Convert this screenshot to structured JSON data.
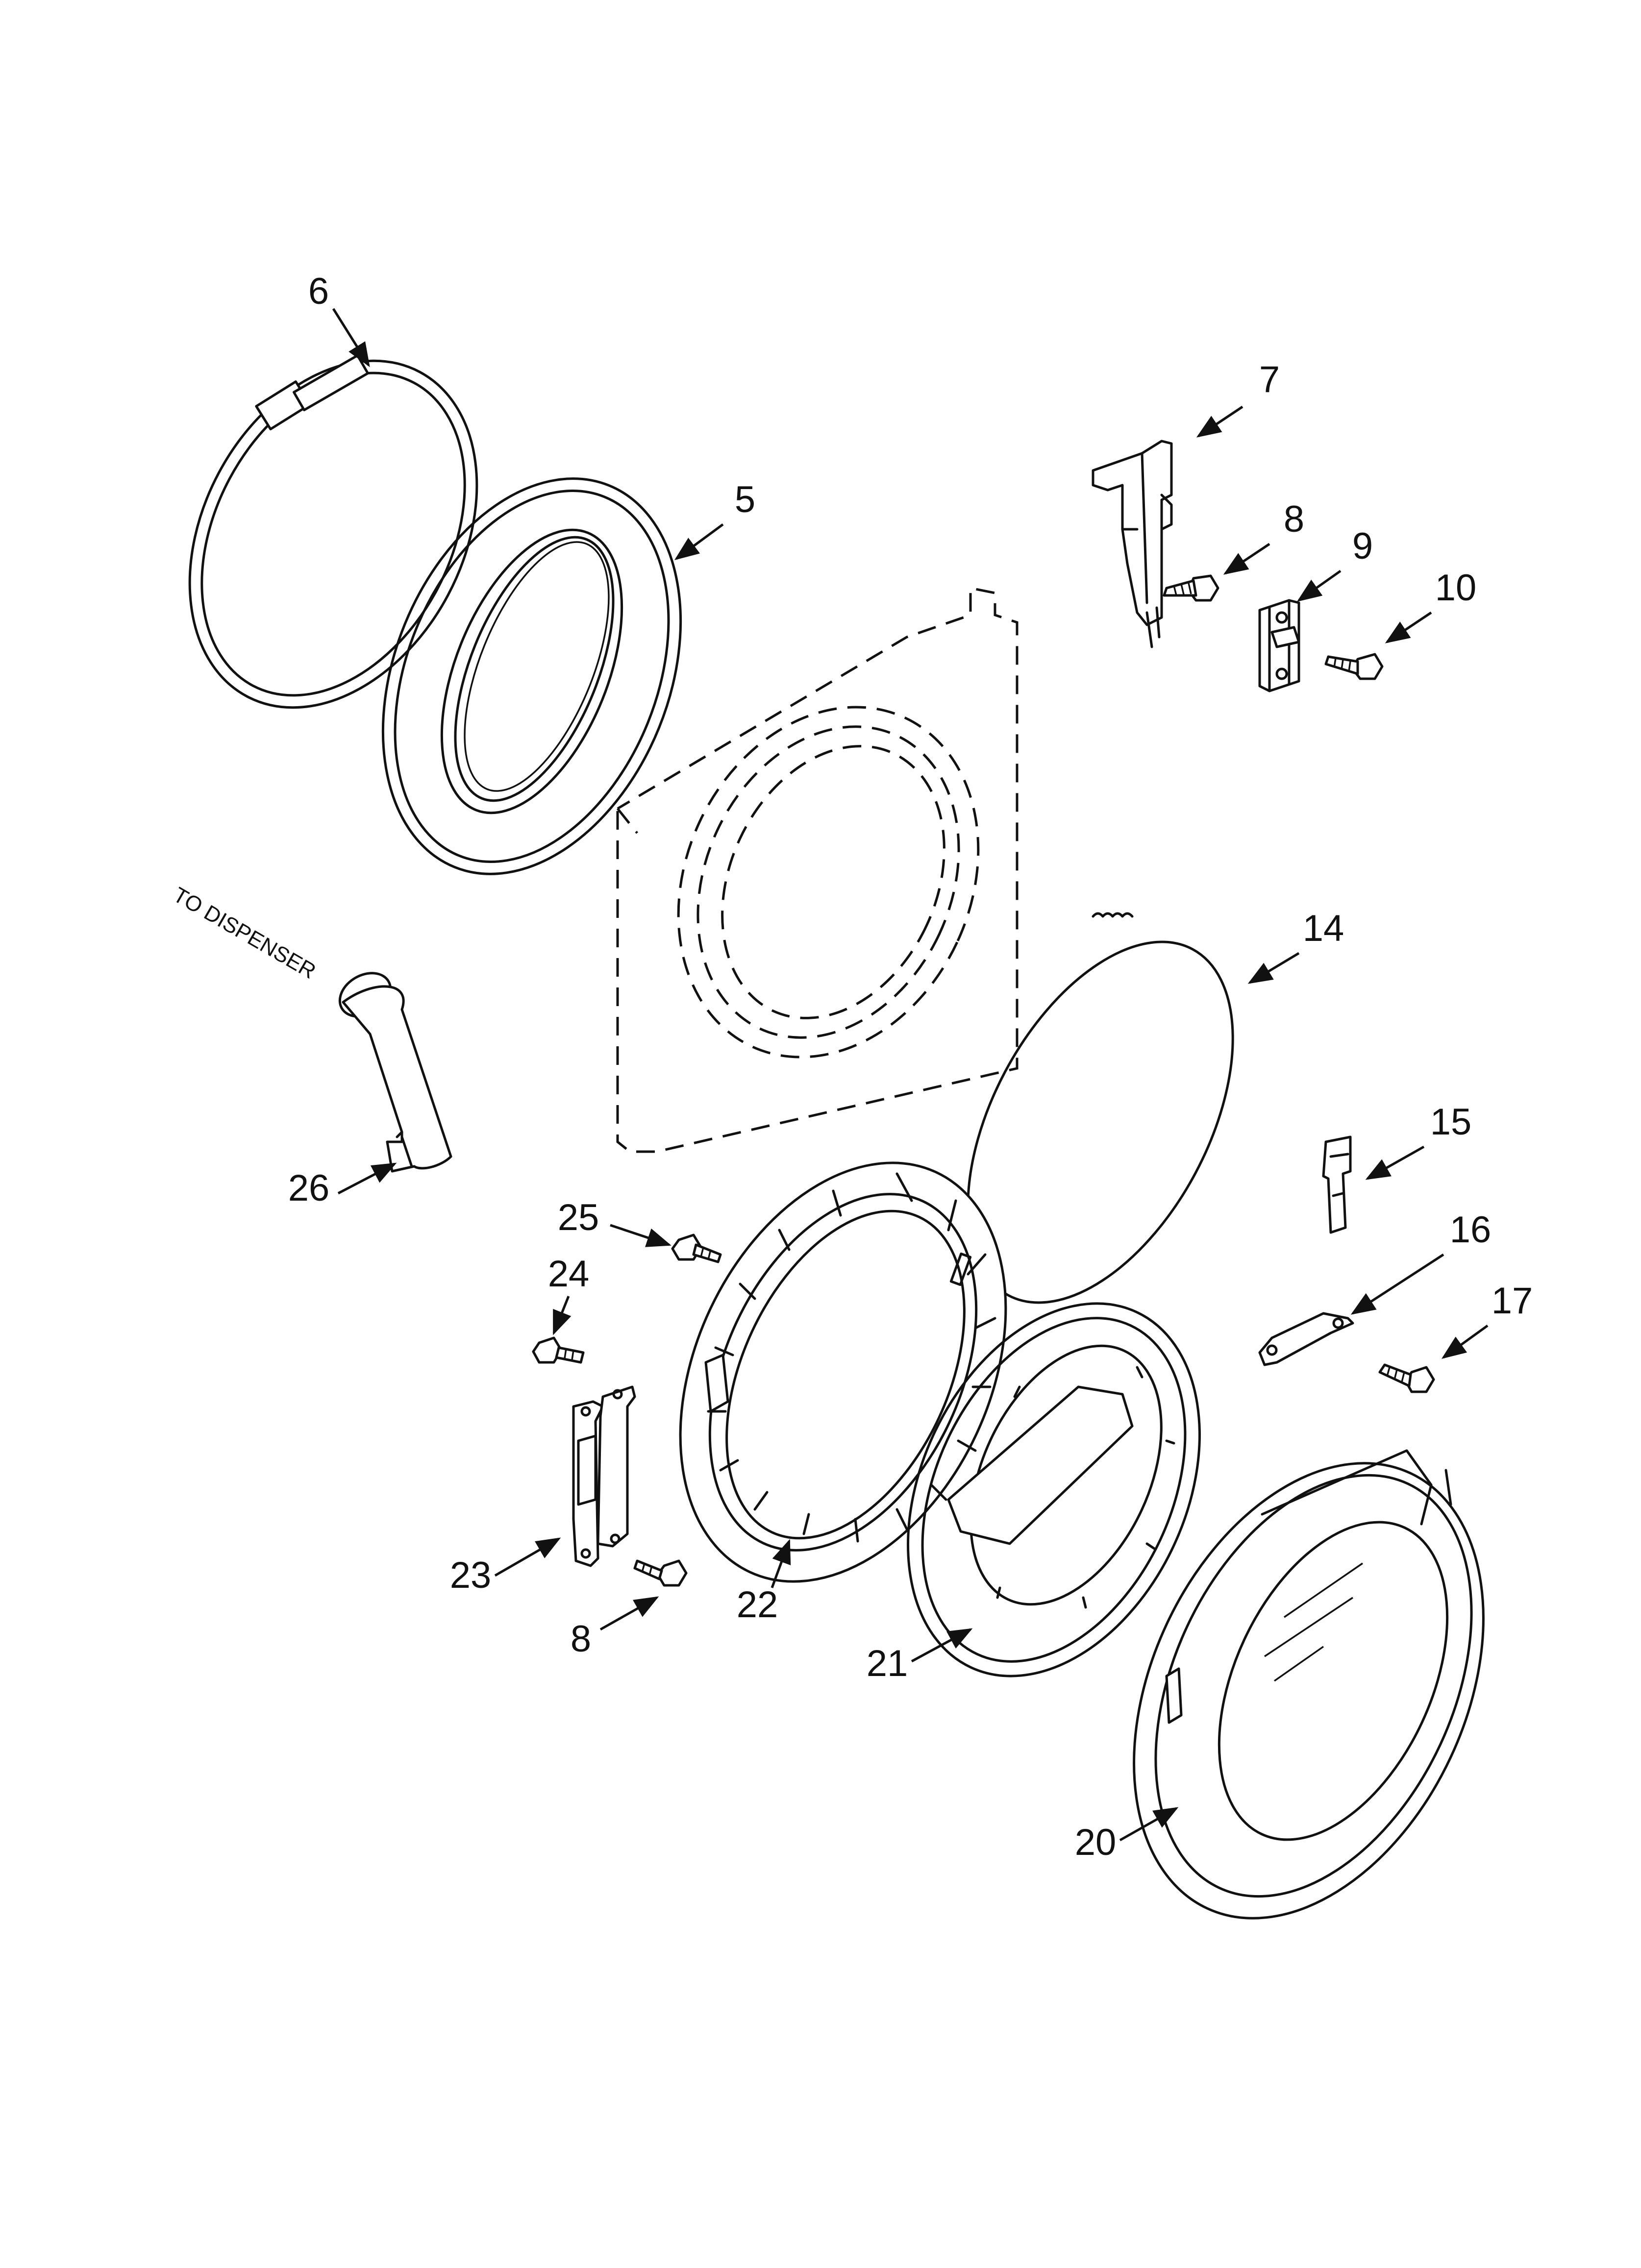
{
  "callouts": [
    "6",
    "5",
    "7",
    "8",
    "9",
    "10",
    "14",
    "15",
    "16",
    "17",
    "26",
    "25",
    "24",
    "23",
    "22",
    "21",
    "20"
  ],
  "second_8": "8",
  "note": "TO DISPENSER",
  "ink_color": "#111111"
}
